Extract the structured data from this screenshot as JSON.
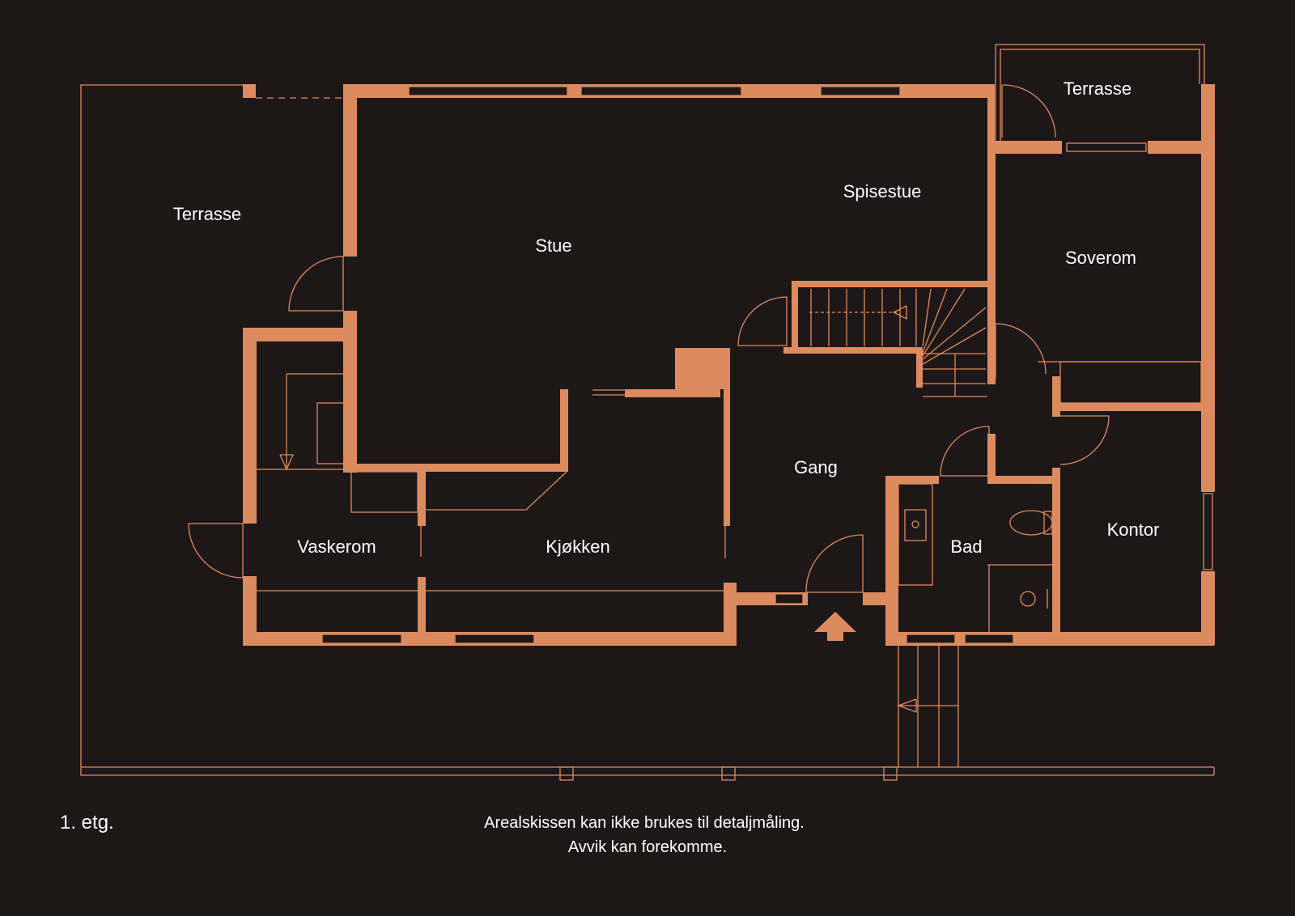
{
  "floor_label": "1. etg.",
  "disclaimer": {
    "line1": "Arealskissen kan ikke brukes til detaljmåling.",
    "line2": "Avvik kan forekomme."
  },
  "rooms": {
    "terrasse_left": "Terrasse",
    "terrasse_top": "Terrasse",
    "stue": "Stue",
    "spisestue": "Spisestue",
    "soverom": "Soverom",
    "gang": "Gang",
    "vaskerom": "Vaskerom",
    "kjokken": "Kjøkken",
    "bad": "Bad",
    "kontor": "Kontor"
  },
  "colors": {
    "background": "#1e1718",
    "wall": "#dc8b5e",
    "text": "#ffffff"
  }
}
